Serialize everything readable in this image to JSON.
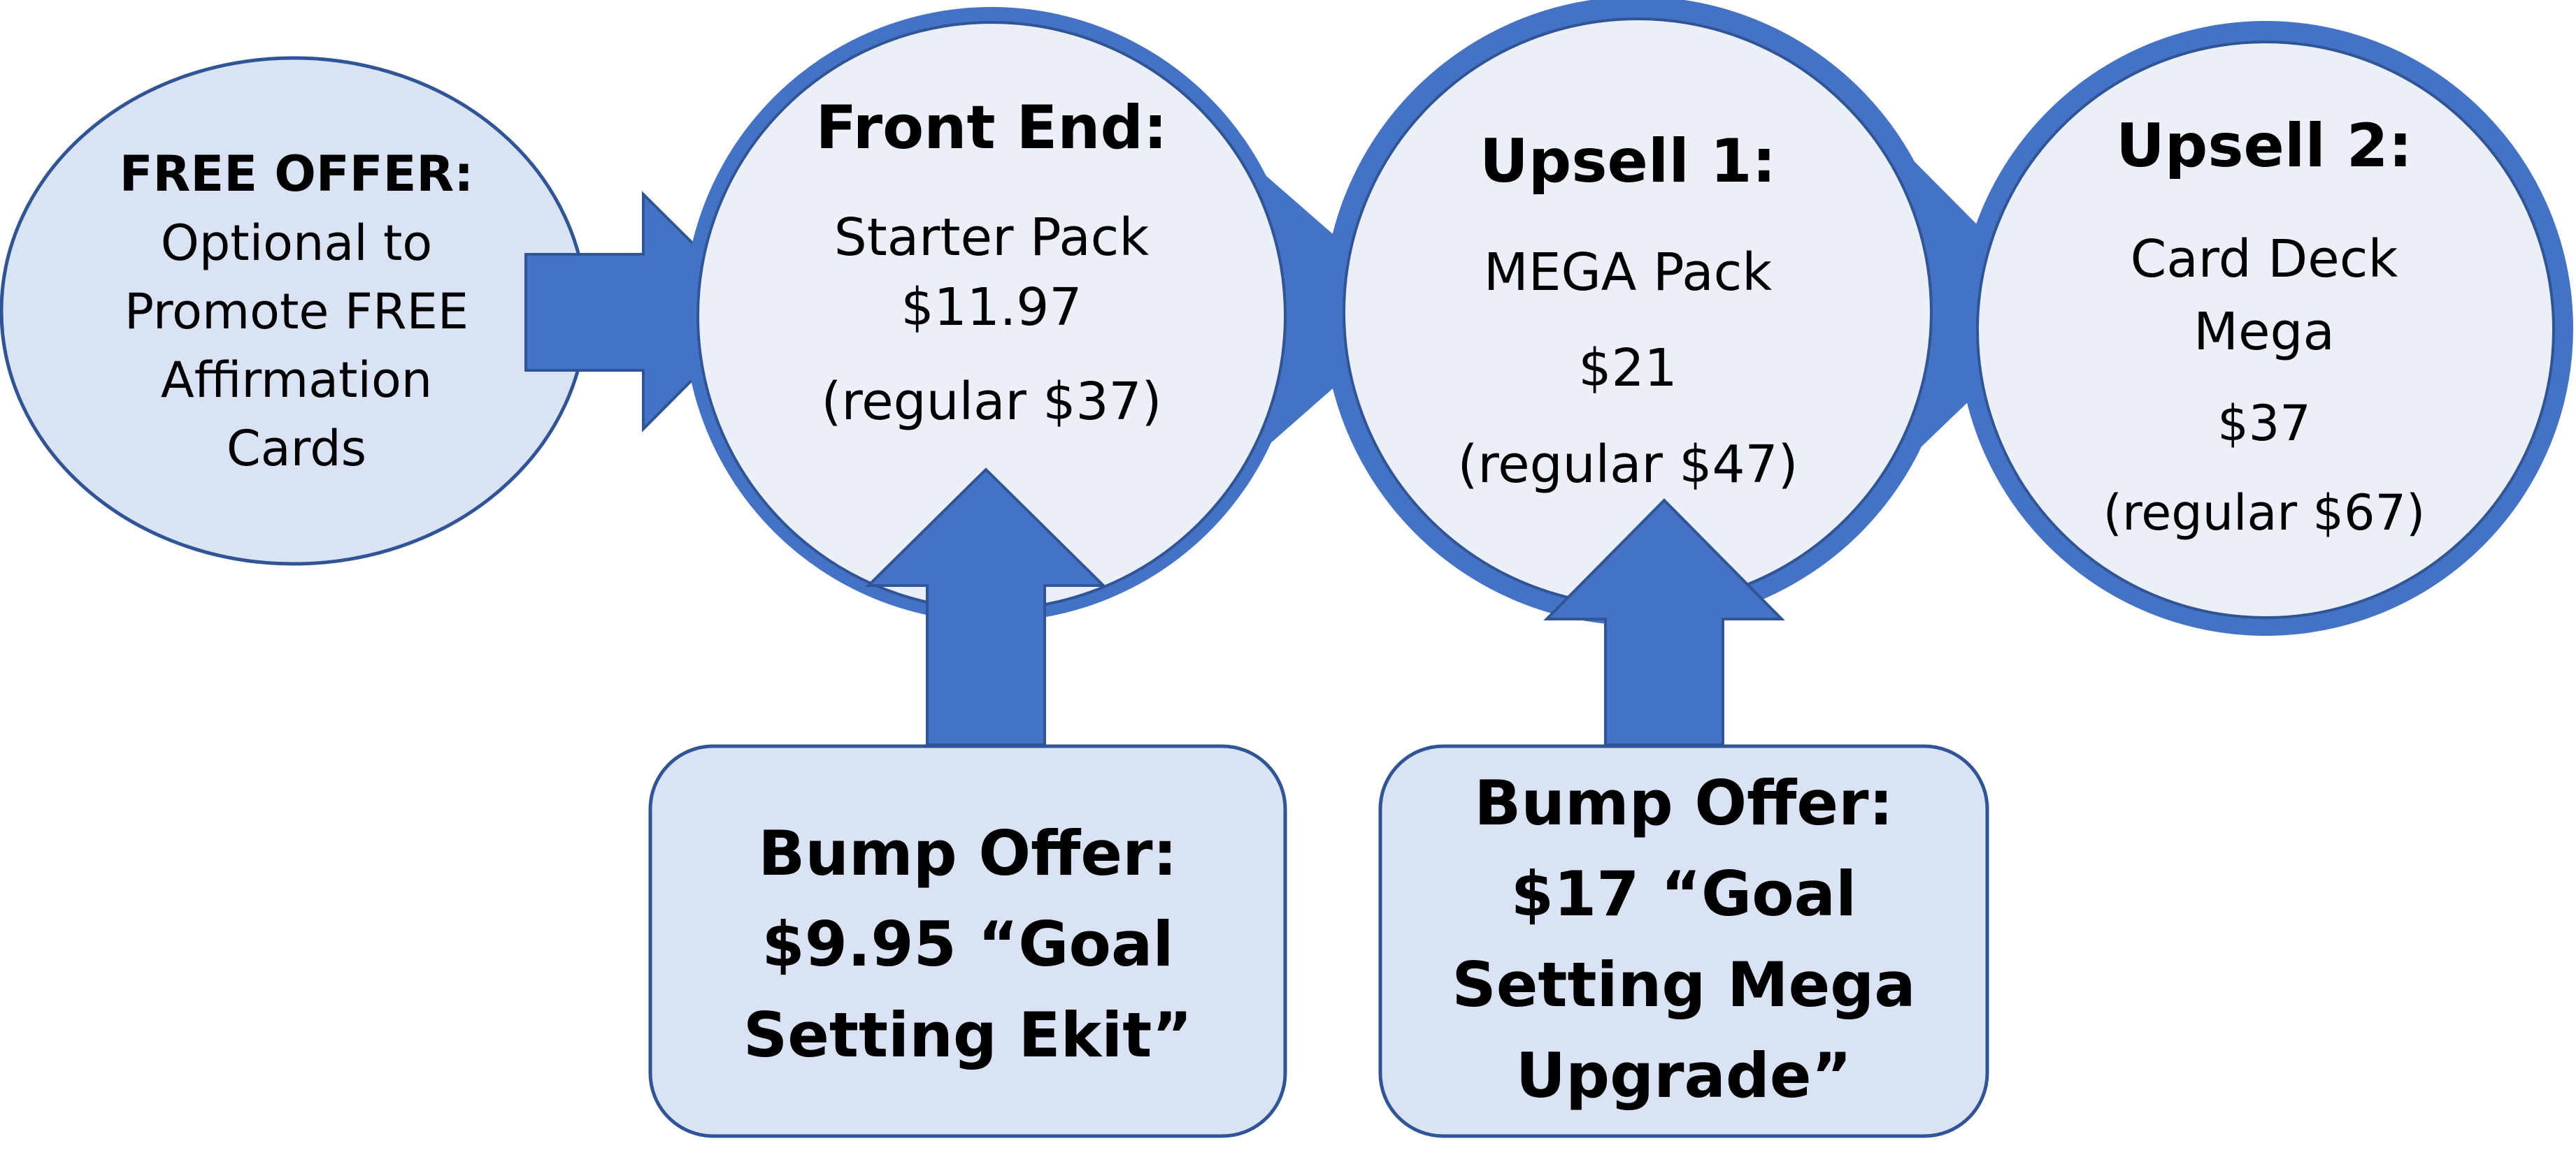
{
  "colors": {
    "accent": "#4472C4",
    "light_fill": "#DAE3F3",
    "circle_fill": "#EAEFF8",
    "outline": "#2F5597",
    "text": "#000000"
  },
  "free_offer": {
    "heading": "FREE OFFER:",
    "lines": [
      "Optional to",
      "Promote FREE",
      "Affirmation",
      "Cards"
    ]
  },
  "front_end": {
    "heading": "Front End:",
    "product": "Starter Pack",
    "price": "$11.97",
    "regular": "(regular $37)"
  },
  "upsell_1": {
    "heading": "Upsell 1:",
    "product": "MEGA Pack",
    "price": "$21",
    "regular": "(regular $47)"
  },
  "upsell_2": {
    "heading": "Upsell 2:",
    "product_lines": [
      "Card Deck",
      "Mega"
    ],
    "price": "$37",
    "regular": "(regular $67)"
  },
  "bump_1": {
    "lines": [
      "Bump Offer:",
      "$9.95 “Goal",
      "Setting Ekit”"
    ]
  },
  "bump_2": {
    "lines": [
      "Bump Offer:",
      "$17 “Goal",
      "Setting Mega",
      "Upgrade”"
    ]
  }
}
